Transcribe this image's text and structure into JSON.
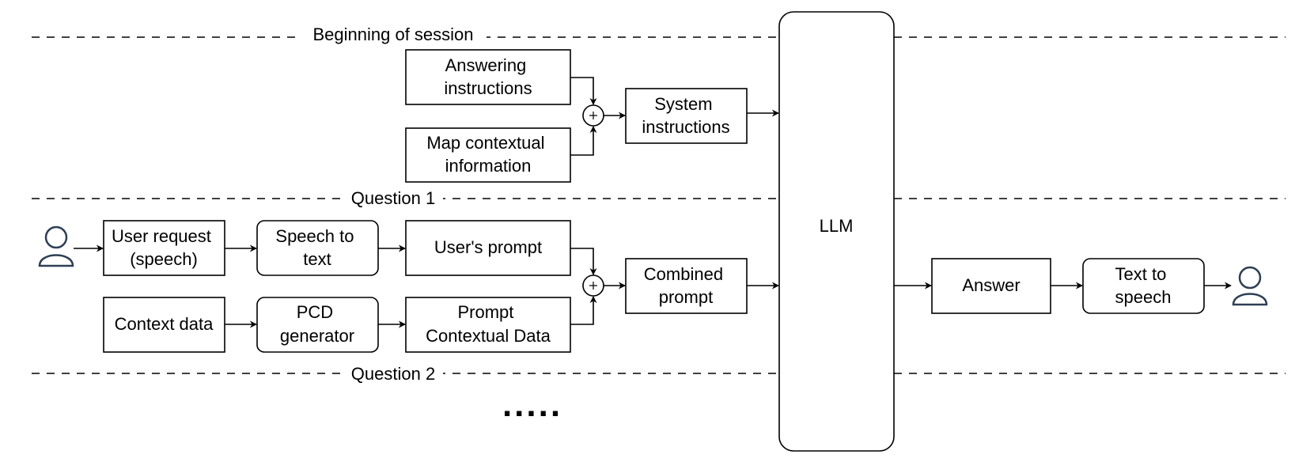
{
  "separators": {
    "beginning": "Beginning of session",
    "question1": "Question 1",
    "question2": "Question 2"
  },
  "boxes": {
    "answering_instructions": [
      "Answering",
      "instructions"
    ],
    "map_contextual_information": [
      "Map contextual",
      "information"
    ],
    "system_instructions": [
      "System",
      "instructions"
    ],
    "user_request": [
      "User request",
      "(speech)"
    ],
    "speech_to_text": [
      "Speech to",
      "text"
    ],
    "users_prompt": [
      "User's prompt"
    ],
    "context_data": [
      "Context data"
    ],
    "pcd_generator": [
      "PCD",
      "generator"
    ],
    "prompt_contextual_data": [
      "Prompt",
      "Contextual Data"
    ],
    "combined_prompt": [
      "Combined",
      "prompt"
    ],
    "llm": [
      "LLM"
    ],
    "answer": [
      "Answer"
    ],
    "text_to_speech": [
      "Text to",
      "speech"
    ]
  },
  "icons": {
    "combiner": "plus-circle",
    "user": "user-icon"
  },
  "ellipsis": "....."
}
